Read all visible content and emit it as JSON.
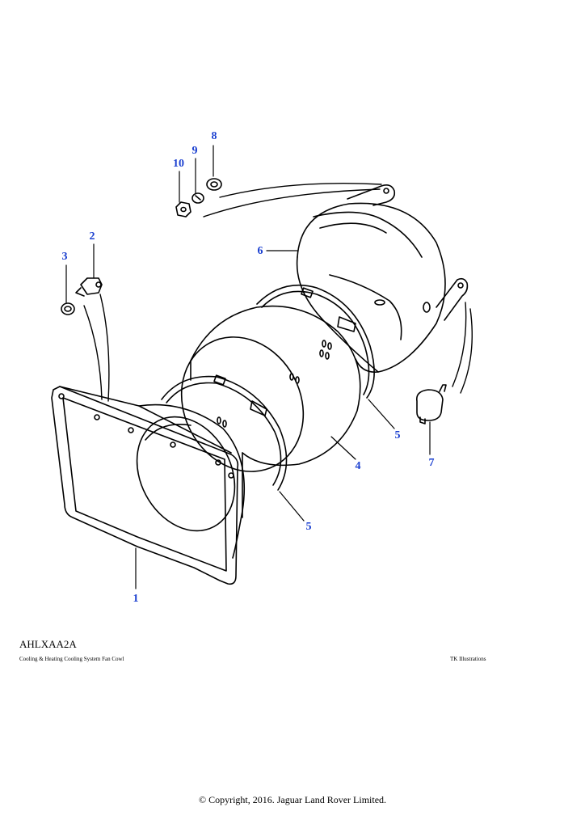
{
  "callouts": [
    {
      "id": "1",
      "label": "1"
    },
    {
      "id": "2",
      "label": "2"
    },
    {
      "id": "3",
      "label": "3"
    },
    {
      "id": "4",
      "label": "4"
    },
    {
      "id": "5a",
      "label": "5"
    },
    {
      "id": "5b",
      "label": "5"
    },
    {
      "id": "6",
      "label": "6"
    },
    {
      "id": "7",
      "label": "7"
    },
    {
      "id": "8",
      "label": "8"
    },
    {
      "id": "9",
      "label": "9"
    },
    {
      "id": "10",
      "label": "10"
    }
  ],
  "colors": {
    "callout": "#1a3fd0",
    "line": "#000000"
  },
  "footer": {
    "reference": "AHLXAA2A",
    "caption": "Cooling & Heating Cooling System Fan Cowl",
    "credit": "TK Illustrations",
    "copyright": "© Copyright, 2016. Jaguar Land Rover Limited."
  }
}
